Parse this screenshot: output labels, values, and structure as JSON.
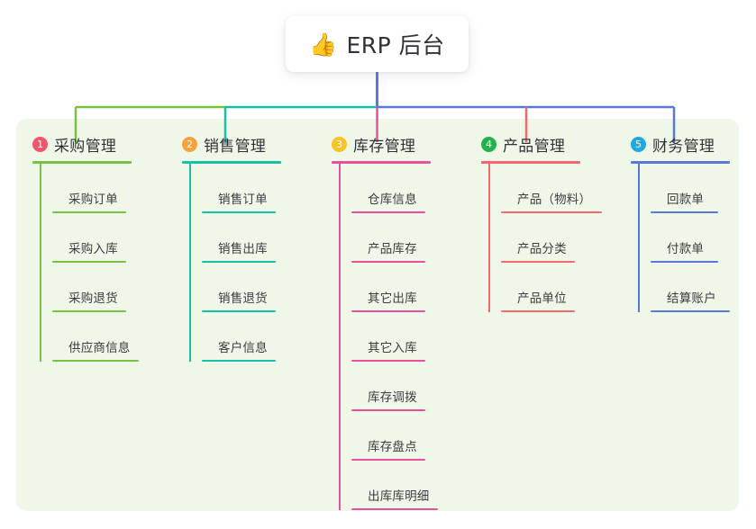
{
  "diagram": {
    "type": "mind-map",
    "background_color": "#ffffff",
    "panel_color": "#eef7e8",
    "root": {
      "icon": "thumbs-up-icon",
      "emoji": "👍",
      "title": "ERP 后台"
    },
    "columns": [
      {
        "number": "1",
        "title": "采购管理",
        "badge_color": "#f2566e",
        "line_color": "#7ac143",
        "items": [
          "采购订单",
          "采购入库",
          "采购退货",
          "供应商信息"
        ]
      },
      {
        "number": "2",
        "title": "销售管理",
        "badge_color": "#f5a43c",
        "line_color": "#16bfa5",
        "items": [
          "销售订单",
          "销售出库",
          "销售退货",
          "客户信息"
        ]
      },
      {
        "number": "3",
        "title": "库存管理",
        "badge_color": "#f7c325",
        "line_color": "#e8509a",
        "items": [
          "仓库信息",
          "产品库存",
          "其它出库",
          "其它入库",
          "库存调拨",
          "库存盘点",
          "出库库明细"
        ]
      },
      {
        "number": "4",
        "title": "产品管理",
        "badge_color": "#24b04b",
        "line_color": "#f4686d",
        "items": [
          "产品（物料）",
          "产品分类",
          "产品单位"
        ]
      },
      {
        "number": "5",
        "title": "财务管理",
        "badge_color": "#22a7e0",
        "line_color": "#5a78d8",
        "items": [
          "回款单",
          "付款单",
          "结算账户"
        ]
      }
    ],
    "connectors": {
      "stem_color": "#5a78d8",
      "bus_segments": [
        {
          "color": "#7ac143"
        },
        {
          "color": "#16bfa5"
        },
        {
          "color": "#e8509a"
        },
        {
          "color": "#5a78d8"
        }
      ]
    }
  }
}
